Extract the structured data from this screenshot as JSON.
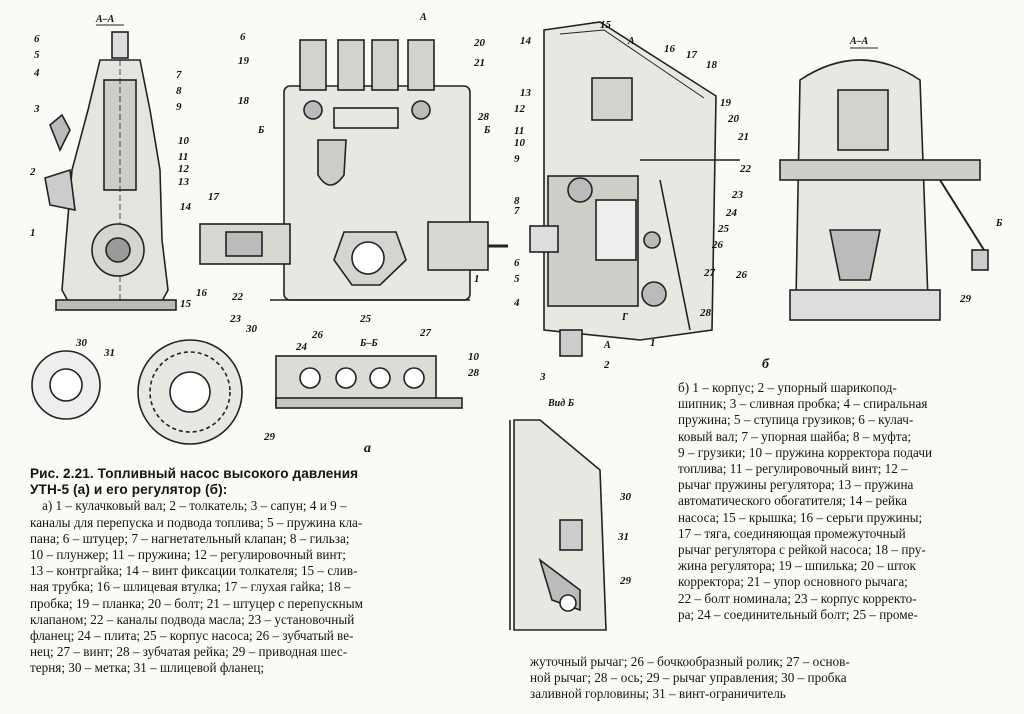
{
  "figure": {
    "number_title_line1": "Рис. 2.21. Топливный насос высокого давления",
    "number_title_line2": "УТН-5 (а) и его регулятор (б):"
  },
  "legend_a_lines": [
    "а) 1 – кулачковый вал; 2 – толкатель; 3 – сапун; 4 и 9 –",
    "каналы для перепуска и подвода топлива; 5 – пружина кла-",
    "пана; 6 – штуцер; 7 – нагнетательный клапан; 8 – гильза;",
    "10 – плунжер; 11 – пружина; 12 – регулировочный винт;",
    "13 – контргайка; 14 – винт фиксации толкателя; 15 – слив-",
    "ная трубка; 16 – шлицевая втулка; 17 – глухая гайка; 18 –",
    "пробка; 19 – планка; 20 – болт; 21 – штуцер с перепускным",
    "клапаном; 22 – каналы подвода масла; 23 – установочный",
    "фланец; 24 – плита; 25 – корпус насоса; 26 – зубчатый ве-",
    "нец; 27 – винт; 28 – зубчатая рейка; 29 – приводная шес-",
    "терня; 30 – метка; 31 – шлицевой фланец;"
  ],
  "legend_b_lines": [
    "б) 1 – корпус; 2 – упорный шарикопод-",
    "шипник; 3 – сливная пробка; 4 – спиральная",
    "пружина; 5 – ступица грузиков; 6 – кулач-",
    "ковый вал; 7 – упорная шайба; 8 – муфта;",
    "9 – грузики; 10 – пружина корректора подачи",
    "топлива; 11 – регулировочный винт; 12 –",
    "рычаг пружины регулятора; 13 – пружина",
    "автоматического обогатителя; 14 – рейка",
    "насоса; 15 – крышка; 16 – серьги пружины;",
    "17 – тяга, соединяющая промежуточный",
    "рычаг регулятора с рейкой насоса; 18 – пру-",
    "жина регулятора; 19 – шпилька; 20 – шток",
    "корректора; 21 – упор основного рычага;",
    "22 – болт номинала; 23 – корпус корректо-",
    "ра; 24 – соединительный болт; 25 – проме-"
  ],
  "legend_b_tail_lines": [
    "жуточный рычаг; 26 – бочкообразный ролик; 27 – основ-",
    "ной рычаг; 28 – ось; 29 – рычаг управления; 30 – пробка",
    "заливной горловины; 31 – винт-ограничитель"
  ],
  "drawing_labels": {
    "sec_aa_left": "А–А",
    "sec_aa_right": "А–А",
    "sec_bb": "Б–Б",
    "view_b": "Вид Б",
    "sub_a": "а",
    "sub_b": "б",
    "mark_a": "А",
    "mark_b": "Б",
    "mark_g": "Г",
    "left_view_nums": [
      "6",
      "5",
      "4",
      "3",
      "2",
      "1",
      "7",
      "8",
      "9",
      "10",
      "11",
      "12",
      "13",
      "14",
      "15",
      "30",
      "31"
    ],
    "front_view_nums": [
      "6",
      "19",
      "18",
      "20",
      "21",
      "28",
      "17",
      "16",
      "22",
      "23",
      "30",
      "24",
      "26",
      "27",
      "25",
      "1",
      "10",
      "28",
      "29"
    ],
    "reg_side_nums": [
      "14",
      "15",
      "16",
      "17",
      "18",
      "13",
      "12",
      "11",
      "10",
      "9",
      "8",
      "7",
      "6",
      "5",
      "4",
      "3",
      "19",
      "20",
      "21",
      "22",
      "23",
      "24",
      "25",
      "26",
      "27",
      "28",
      "2",
      "1"
    ],
    "reg_section_nums": [
      "26",
      "29"
    ],
    "view_b_nums": [
      "30",
      "31",
      "29"
    ]
  }
}
